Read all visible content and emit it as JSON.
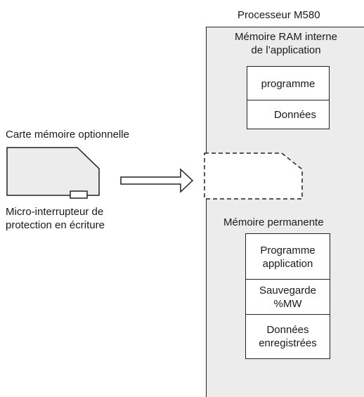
{
  "processor": {
    "title": "Processeur M580",
    "ram": {
      "title_line1": "Mémoire RAM interne",
      "title_line2": "de l’application",
      "items": [
        "programme",
        "Données"
      ]
    },
    "permanent": {
      "title": "Mémoire permanente",
      "items": [
        {
          "line1": "Programme",
          "line2": "application"
        },
        {
          "line1": "Sauvegarde",
          "line2": "%MW"
        },
        {
          "line1": "Données",
          "line2": "enregistrées"
        }
      ]
    }
  },
  "card": {
    "title": "Carte mémoire optionnelle",
    "switch_label_line1": "Micro-interrupteur de",
    "switch_label_line2": "protection en écriture"
  },
  "colors": {
    "processor_fill": "#ececec",
    "line": "#222222",
    "box_fill": "#ffffff"
  }
}
